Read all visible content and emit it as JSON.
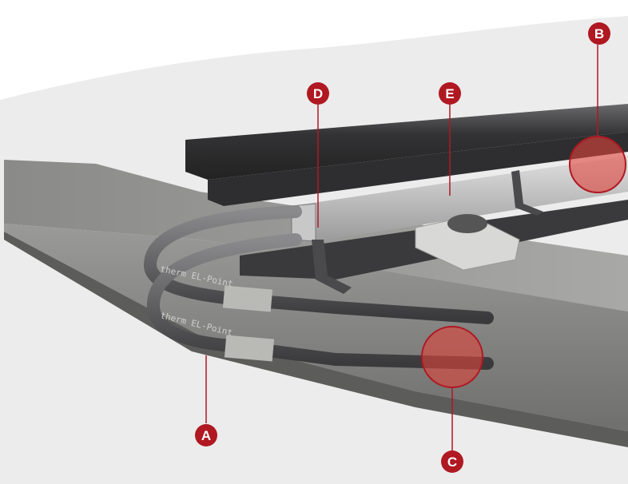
{
  "diagram": {
    "cable_print_text": "therm EL-Point",
    "markers": [
      {
        "id": "A",
        "label": "A"
      },
      {
        "id": "B",
        "label": "B"
      },
      {
        "id": "C",
        "label": "C"
      },
      {
        "id": "D",
        "label": "D"
      },
      {
        "id": "E",
        "label": "E"
      }
    ],
    "colors": {
      "marker_red": "#b01822",
      "highlight_red": "#e0423a",
      "concrete": "#8c8c8a",
      "rail": "#3c3c3e",
      "channel": "#b8b8b8"
    }
  }
}
